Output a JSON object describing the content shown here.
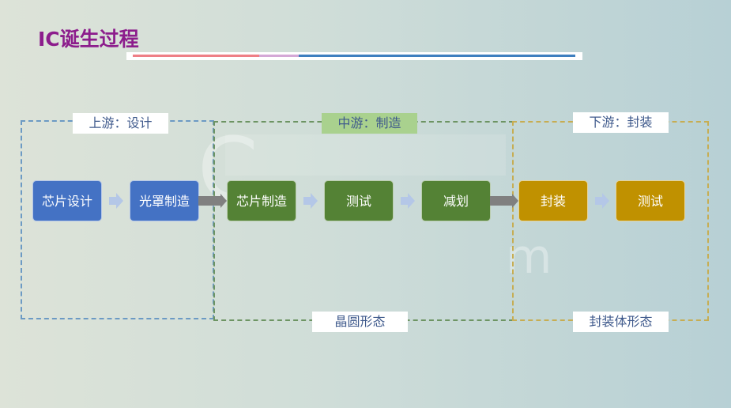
{
  "title": "IC诞生过程",
  "colors": {
    "title": "#8c1d8c",
    "design": "#4472c4",
    "manufacture": "#548235",
    "packaging": "#c09100",
    "connector_arrow": "#808080",
    "step_arrow": "#b4c7e7"
  },
  "groups": [
    {
      "id": "upstream",
      "label": "上游：设计"
    },
    {
      "id": "midstream",
      "label": "中游：制造",
      "bottom_label": "晶圆形态"
    },
    {
      "id": "downstream",
      "label": "下游：封装",
      "bottom_label": "封装体形态"
    }
  ],
  "steps": [
    {
      "label": "芯片设计",
      "stage": "upstream"
    },
    {
      "label": "光罩制造",
      "stage": "upstream"
    },
    {
      "label": "芯片制造",
      "stage": "midstream"
    },
    {
      "label": "测试",
      "stage": "midstream"
    },
    {
      "label": "减划",
      "stage": "midstream"
    },
    {
      "label": "封装",
      "stage": "downstream"
    },
    {
      "label": "测试",
      "stage": "downstream"
    }
  ]
}
